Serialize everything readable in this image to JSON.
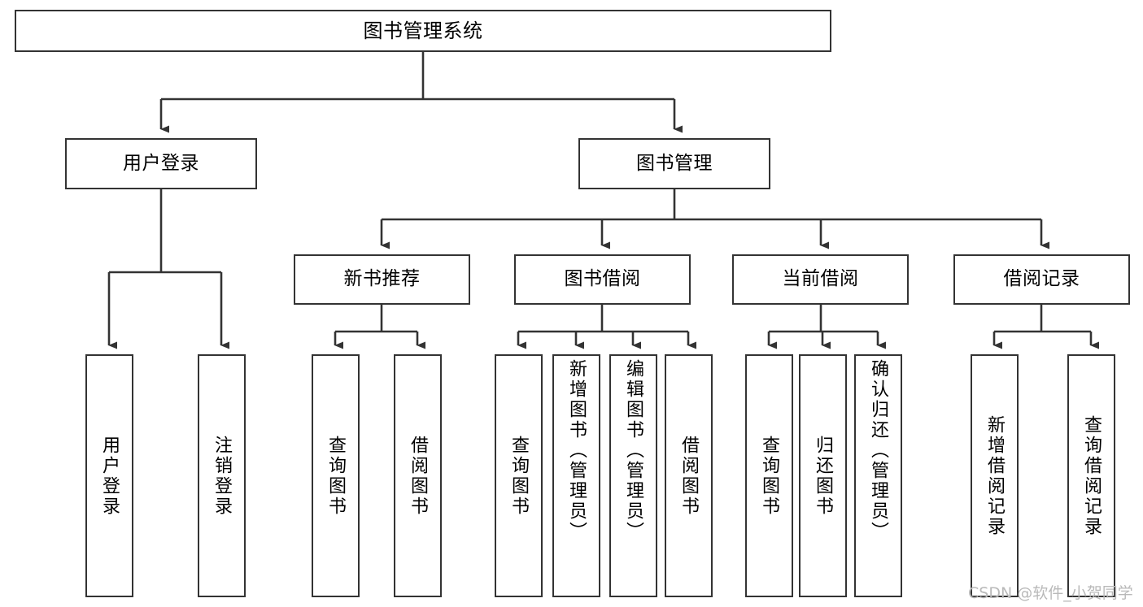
{
  "diagram": {
    "title": "图书管理系统",
    "type": "tree-hierarchy",
    "orientation": "top-down",
    "colors": {
      "background": "#ffffff",
      "node_border": "#333333",
      "node_fill": "#ffffff",
      "connector": "#333333",
      "text": "#000000",
      "watermark": "#b9b9b9"
    },
    "root": {
      "label": "图书管理系统"
    },
    "level2": [
      {
        "label": "用户登录"
      },
      {
        "label": "图书管理"
      }
    ],
    "level3": [
      {
        "label": "新书推荐"
      },
      {
        "label": "图书借阅"
      },
      {
        "label": "当前借阅"
      },
      {
        "label": "借阅记录"
      }
    ],
    "leaves": {
      "user_login": [
        {
          "label": "用户登录"
        },
        {
          "label": "注销登录"
        }
      ],
      "new_book_recommend": [
        {
          "label": "查询图书"
        },
        {
          "label": "借阅图书"
        }
      ],
      "book_borrow": [
        {
          "label": "查询图书"
        },
        {
          "label": "新增图书（管理员）"
        },
        {
          "label": "编辑图书（管理员）"
        },
        {
          "label": "借阅图书"
        }
      ],
      "current_borrow": [
        {
          "label": "查询图书"
        },
        {
          "label": "归还图书"
        },
        {
          "label": "确认归还（管理员）"
        }
      ],
      "borrow_record": [
        {
          "label": "新增借阅记录"
        },
        {
          "label": "查询借阅记录"
        }
      ]
    }
  },
  "watermark": {
    "text": "CSDN @软件_小贺同学"
  }
}
